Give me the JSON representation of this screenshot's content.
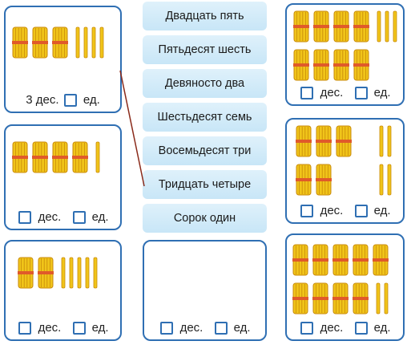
{
  "cards": [
    {
      "id": "card-1",
      "tens_count": 3,
      "ones_count": 4,
      "caption": {
        "tens_value": "3",
        "tens_unit": "дес.",
        "ones_value": "",
        "ones_unit": "ед."
      }
    },
    {
      "id": "card-2",
      "tens_count": 4,
      "ones_count": 1,
      "caption": {
        "tens_value": "",
        "tens_unit": "дес.",
        "ones_value": "",
        "ones_unit": "ед."
      }
    },
    {
      "id": "card-3",
      "tens_count": 2,
      "ones_count": 5,
      "caption": {
        "tens_value": "",
        "tens_unit": "дес.",
        "ones_value": "",
        "ones_unit": "ед."
      }
    },
    {
      "id": "card-4",
      "tens_count": 0,
      "ones_count": 0,
      "caption": {
        "tens_value": "",
        "tens_unit": "дес.",
        "ones_value": "",
        "ones_unit": "ед."
      }
    },
    {
      "id": "card-5",
      "tens_count": 8,
      "ones_count": 3,
      "caption": {
        "tens_value": "",
        "tens_unit": "дес.",
        "ones_value": "",
        "ones_unit": "ед."
      }
    },
    {
      "id": "card-6",
      "tens_count": 5,
      "ones_count": 4,
      "caption": {
        "tens_value": "",
        "tens_unit": "дес.",
        "ones_value": "",
        "ones_unit": "ед."
      }
    },
    {
      "id": "card-7",
      "tens_count": 9,
      "ones_count": 2,
      "caption": {
        "tens_value": "",
        "tens_unit": "дес.",
        "ones_value": "",
        "ones_unit": "ед."
      }
    }
  ],
  "number_words": [
    "Двадцать пять",
    "Пятьдесят шесть",
    "Девяносто два",
    "Шестьдесят семь",
    "Восемьдесят три",
    "Тридцать четыре",
    "Сорок один"
  ],
  "colors": {
    "border": "#2f6fb3",
    "stick": "#f0c419",
    "stick_dark": "#c98a0a",
    "band": "#e05a2a",
    "word_bg": "#cfe9f8"
  }
}
